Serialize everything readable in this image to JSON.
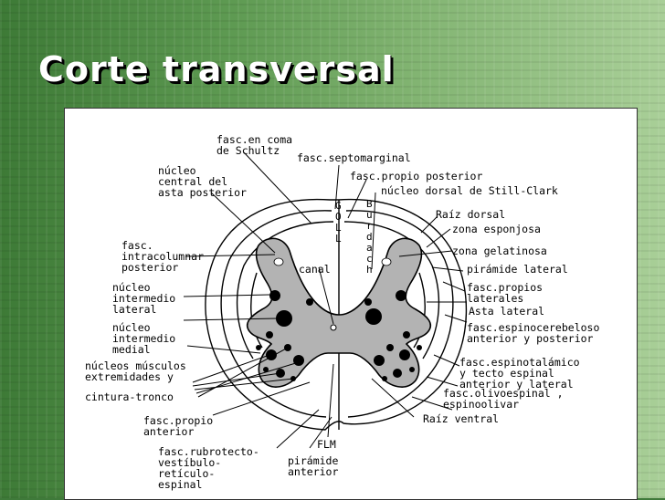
{
  "slide": {
    "title": "Corte transversal"
  },
  "labels": {
    "fasc_coma_1": "fasc.en coma",
    "fasc_coma_2": "de Schultz",
    "septomarginal": "fasc.septomarginal",
    "propio_posterior": "fasc.propio posterior",
    "still_clark": "núcleo dorsal de Still-Clark",
    "nucleo_central_1": "núcleo",
    "nucleo_central_2": "central del",
    "nucleo_central_3": "asta posterior",
    "raiz_dorsal": "Raíz dorsal",
    "zona_esponjosa": "zona esponjosa",
    "zona_gelatinosa": "zona gelatinosa",
    "intracolumnar_1": "fasc.",
    "intracolumnar_2": "intracolumnar",
    "intracolumnar_3": "posterior",
    "canal": "canal",
    "piramide_lateral": "pirámide lateral",
    "propios_laterales_1": "fasc.propios",
    "propios_laterales_2": "laterales",
    "asta_lateral": "Asta lateral",
    "intermedio_lateral_1": "núcleo",
    "intermedio_lateral_2": "intermedio",
    "intermedio_lateral_3": "lateral",
    "intermedio_medial_1": "núcleo",
    "intermedio_medial_2": "intermedio",
    "intermedio_medial_3": "medial",
    "espinocerebeloso_1": "fasc.espinocerebeloso",
    "espinocerebeloso_2": "anterior y posterior",
    "musculos_1": "núcleos músculos",
    "musculos_2": "extremidades y",
    "musculos_3": "cintura-tronco",
    "espinotalamico_1": "fasc.espinotalámico",
    "espinotalamico_2": "y tecto espinal",
    "espinotalamico_3": "anterior y lateral",
    "olivoespinal_1": "fasc.olivoespinal ,",
    "olivoespinal_2": "espinoolivar",
    "propio_anterior_1": "fasc.propio",
    "propio_anterior_2": "anterior",
    "raiz_ventral": "Raíz ventral",
    "flm": "FLM",
    "rubrotecto_1": "fasc.rubrotecto-",
    "rubrotecto_2": "vestíbulo-",
    "rubrotecto_3": "retículo-",
    "rubrotecto_4": "espinal",
    "piramide_anterior_1": "pirámide",
    "piramide_anterior_2": "anterior",
    "goll": [
      "G",
      "O",
      "L",
      "L"
    ],
    "burdach": [
      "B",
      "u",
      "r",
      "d",
      "a",
      "c",
      "h"
    ]
  }
}
